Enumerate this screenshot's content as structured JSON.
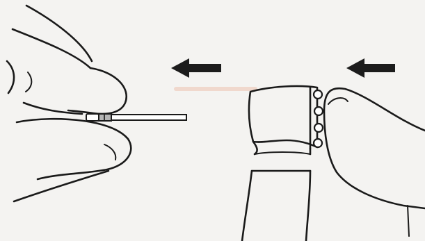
{
  "figure": {
    "panels": [
      {
        "id": "left",
        "subject": "fingers-holding-bur",
        "arrow_direction": "left"
      },
      {
        "id": "right",
        "subject": "finger-pressing-handpiece-head",
        "arrow_direction": "left"
      }
    ],
    "colors": {
      "background": "#f4f3f1",
      "ink": "#1a1a1a",
      "arrow": "#1c1c1c",
      "bur_band": "#b5b5b5",
      "smudge": "#e9a58a"
    }
  }
}
